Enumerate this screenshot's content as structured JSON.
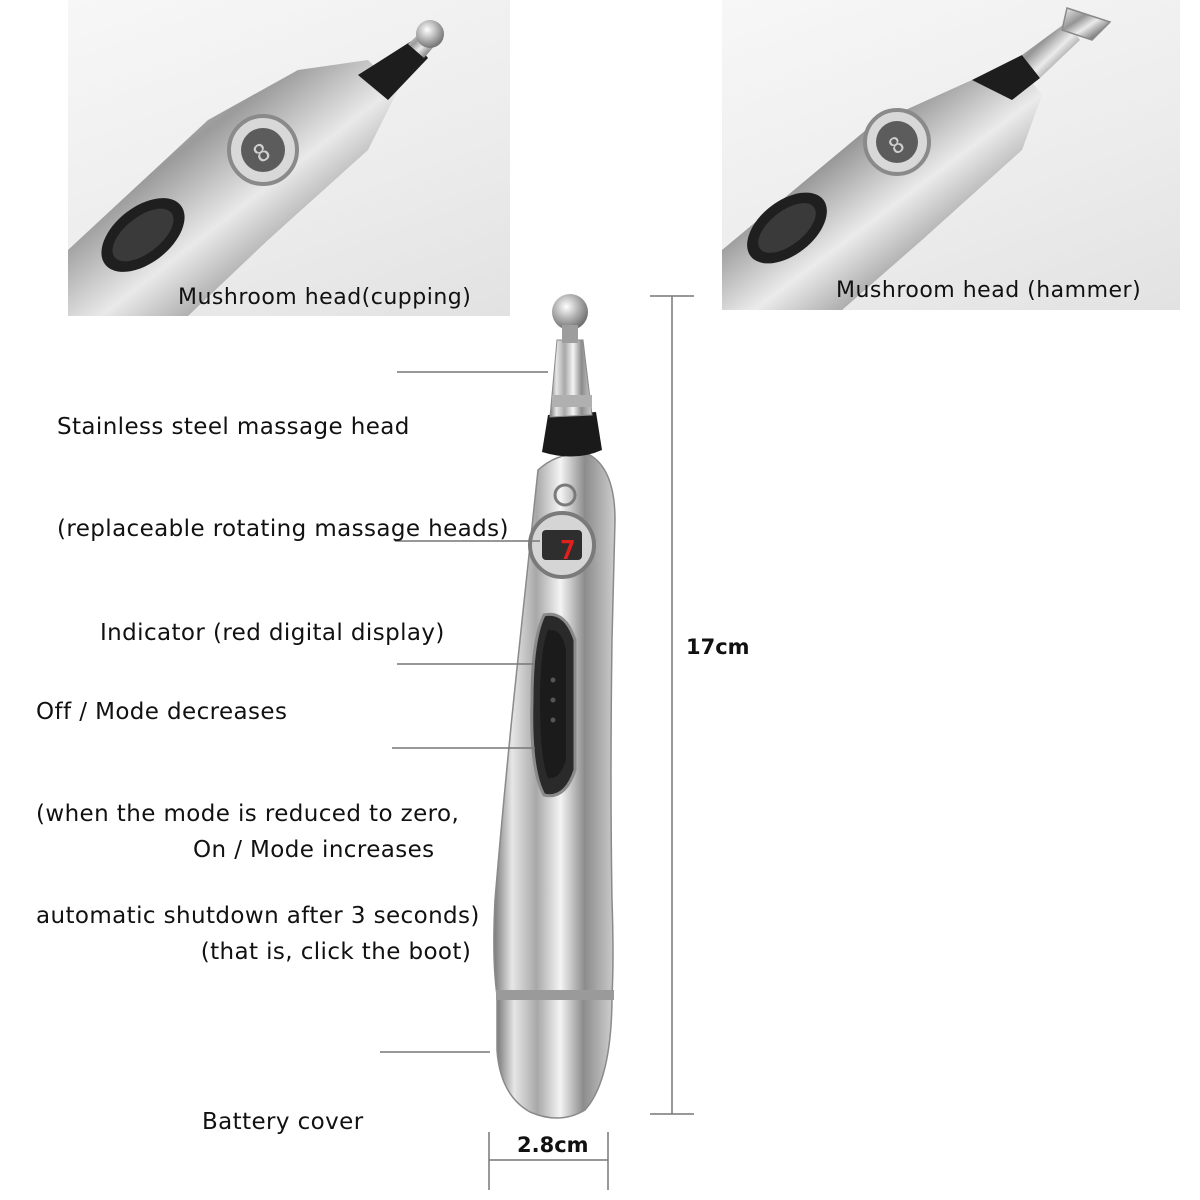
{
  "photos": {
    "left_caption": "Mushroom head(cupping)",
    "right_caption": "Mushroom head (hammer)"
  },
  "callouts": {
    "massage_head": [
      "Stainless steel massage head",
      "(replaceable rotating massage heads)"
    ],
    "indicator": "Indicator (red digital display)",
    "off_mode": [
      "Off / Mode decreases",
      "(when the mode is reduced to zero,",
      "automatic shutdown after 3 seconds)"
    ],
    "on_mode": [
      "On / Mode increases",
      " (that is, click the boot)"
    ],
    "battery_cover": "Battery cover"
  },
  "dimensions": {
    "length": "17cm",
    "width": "2.8cm"
  },
  "display": {
    "digit": "7",
    "digit_color": "#e0201c",
    "body_color": "#c9c9c9"
  }
}
